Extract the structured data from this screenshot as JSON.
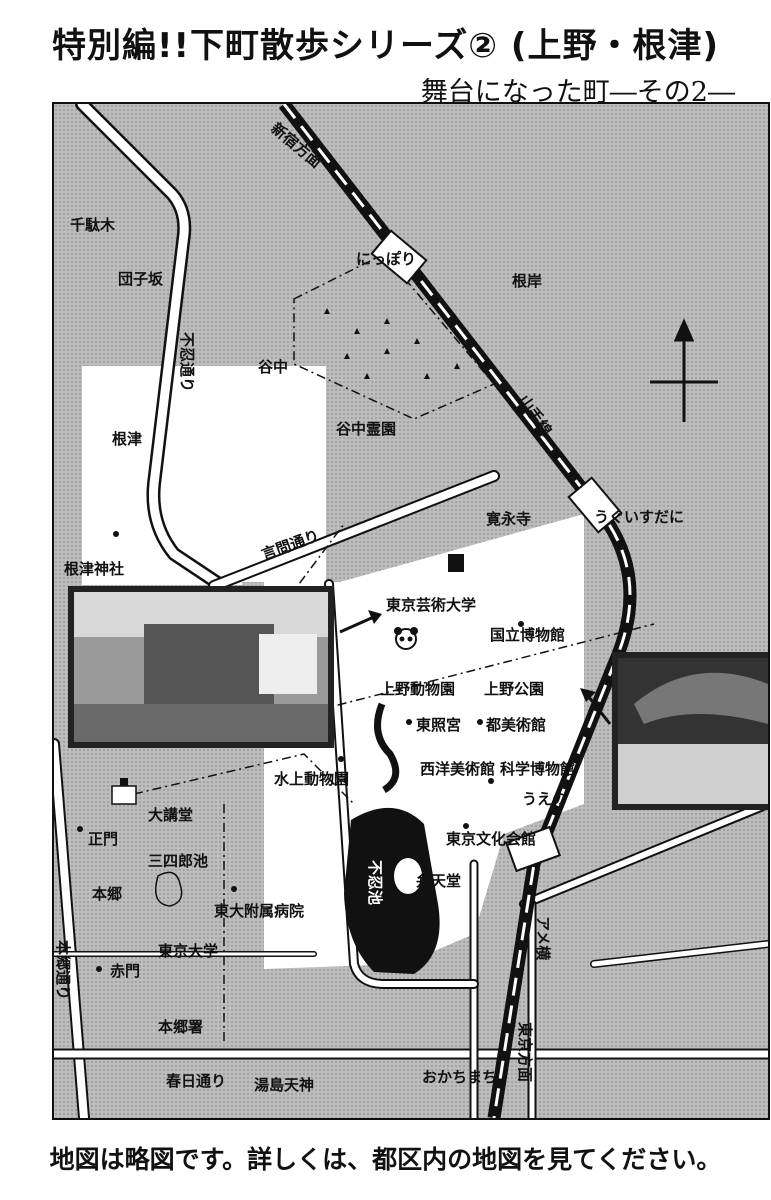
{
  "header": {
    "title": "特別編!!下町散歩シリーズ② (上野・根津)",
    "subtitle": "舞台になった町―その2―"
  },
  "footer": {
    "note": "地図は略図です。詳しくは、都区内の地図を見てください。"
  },
  "map": {
    "rail_line": "山手線",
    "direction_north": "新宿方面",
    "direction_south": "東京方面",
    "stations": {
      "nippori": "にっぽり",
      "uguisudani": "うぐいすだに",
      "ueno": "うえの",
      "okachimachi": "おかちまち"
    },
    "areas": {
      "sendagi": "千駄木",
      "dangozaka": "団子坂",
      "yanaka": "谷中",
      "nezu": "根津",
      "negishi": "根岸",
      "hongo": "本郷",
      "kaneiji": "寛永寺"
    },
    "roads": {
      "shinobazu": "不忍通り",
      "kototoi": "言問通り",
      "hongo_dori": "本郷通り",
      "kasuga": "春日通り",
      "ameyoko": "アメ横"
    },
    "places": {
      "nezu_shrine": "根津神社",
      "yanaka_cemetery": "谷中霊園",
      "geidai": "東京芸術大学",
      "national_museum": "国立博物館",
      "zoo": "上野動物園",
      "ueno_park": "上野公園",
      "toshogu": "東照宮",
      "art_museum": "都美術館",
      "western_art": "西洋美術館",
      "science_museum": "科学博物館",
      "aquarium": "水上動物園",
      "bunka_kaikan": "東京文化会館",
      "benten": "弁天堂",
      "shinobazu_pond": "不忍池",
      "auditorium": "大講堂",
      "main_gate": "正門",
      "sanshiro_pond": "三四郎池",
      "univ_hospital": "東大附属病院",
      "todai": "東京大学",
      "red_gate": "赤門",
      "hongo_police": "本郷署",
      "yushima_tenjin": "湯島天神"
    }
  }
}
